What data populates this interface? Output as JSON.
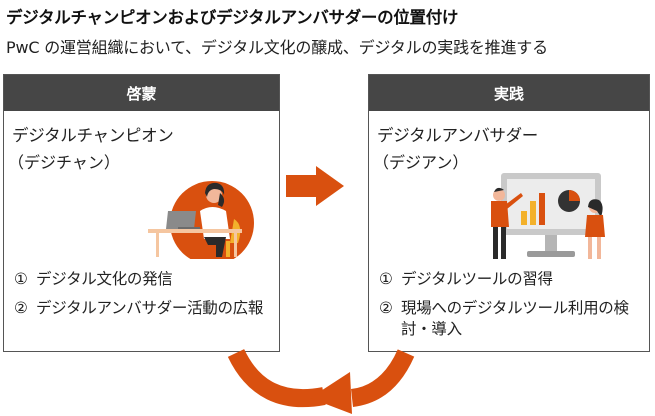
{
  "title": "デジタルチャンピオンおよびデジタルアンバサダーの位置付け",
  "subtitle": "PwC の運営組織において、デジタル文化の醸成、デジタルの実践を推進する",
  "colors": {
    "accent": "#d9500f",
    "header_bg": "#464646",
    "border": "#555555"
  },
  "left": {
    "header": "啓蒙",
    "name": "デジタルチャンピオン",
    "nickname": "（デジチャン）",
    "icon": "person-at-laptop-illustration",
    "items": [
      {
        "mark": "①",
        "text": "デジタル文化の発信"
      },
      {
        "mark": "②",
        "text": "デジタルアンバサダー活動の広報"
      }
    ]
  },
  "right": {
    "header": "実践",
    "name": "デジタルアンバサダー",
    "nickname": "（デジアン）",
    "icon": "presentation-screen-illustration",
    "items": [
      {
        "mark": "①",
        "text": "デジタルツールの習得"
      },
      {
        "mark": "②",
        "text": "現場へのデジタルツール利用の検討・導入"
      }
    ]
  }
}
